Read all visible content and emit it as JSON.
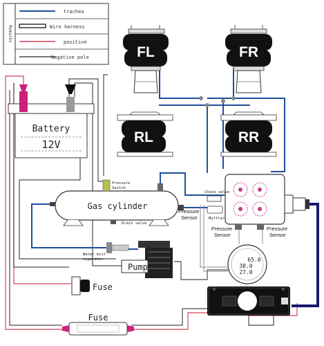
{
  "legend": {
    "title": "Remarks",
    "items": [
      {
        "label": "trachea",
        "color": "#1f4e9c"
      },
      {
        "label": "Wire harness",
        "color": "#000000"
      },
      {
        "label": "positive",
        "color": "#d8405a"
      },
      {
        "label": "Negative pole",
        "color": "#4a4a4a"
      }
    ]
  },
  "airbags": {
    "fl": "FL",
    "fr": "FR",
    "rl": "RL",
    "rr": "RR"
  },
  "battery": {
    "label": "Battery",
    "voltage": "12V"
  },
  "gas_cylinder": {
    "label": "Gas cylinder",
    "pressure_switch": "Pressure\nSwitch",
    "drain_valve": "Drain valve"
  },
  "pressure_sensor_left": "Pressure\nSensor",
  "valve_block": {
    "check_valve": "Check valve",
    "muffler": "Muffler",
    "sensor_left": "Pressure\nSensor",
    "sensor_right": "Pressure\nSensor"
  },
  "water_separator": "Water mist\nseparator",
  "pump": "Pump",
  "fuse_small": "Fuse",
  "fuse_bottom": "Fuse",
  "gauge": {
    "line1": "65.0",
    "line2": "38.0",
    "line3": "27.0"
  },
  "colors": {
    "trachea": "#1f4e9c",
    "positive": "#d8405a",
    "negative": "#4a4a4a",
    "harness": "#1a1a6e"
  }
}
